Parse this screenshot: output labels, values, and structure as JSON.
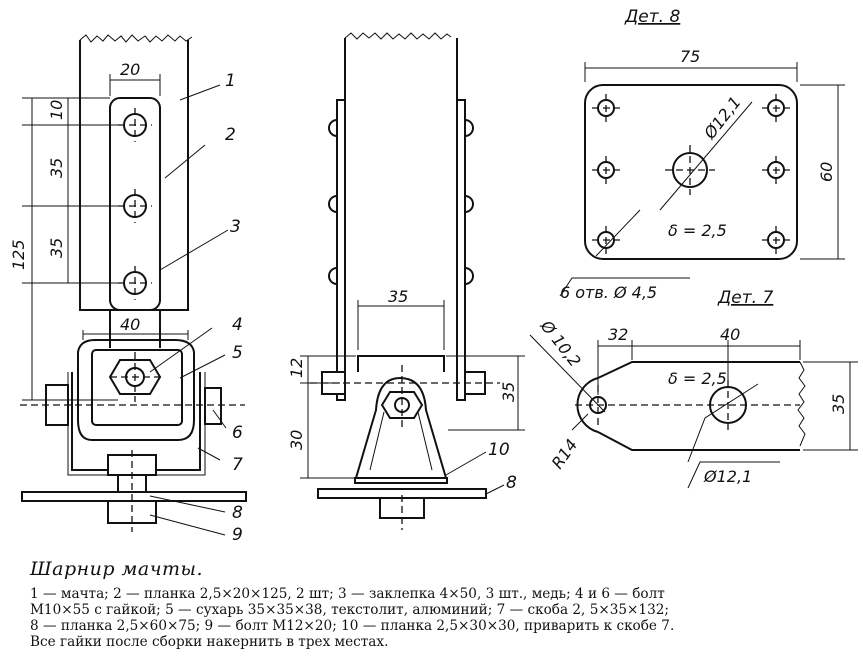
{
  "caption": {
    "title": "Шарнир мачты.",
    "text": "1 — мачта; 2 — планка   2,5×20×125, 2 шт; 3 — заклепка 4×50, 3 шт., медь; 4 и 6 — болт\nМ10×55 с гайкой; 5 — сухарь 35×35×38, текстолит, алюминий;  7 — скоба 2, 5×35×132;\n8 — планка   2,5×60×75; 9 — болт М12×20; 10 — планка   2,5×30×30, приварить к скобе 7.\nВсе гайки после сборки накернить в трех местах."
  },
  "views": {
    "front": {
      "dims": {
        "w20": "20",
        "d10": "10",
        "d35a": "35",
        "d35b": "35",
        "d125": "125",
        "w40": "40"
      },
      "callouts": {
        "c1": "1",
        "c2": "2",
        "c3": "3",
        "c4": "4",
        "c5": "5",
        "c6": "6",
        "c7": "7",
        "c8": "8",
        "c9": "9"
      }
    },
    "side": {
      "dims": {
        "w35": "35",
        "h12": "12",
        "h30": "30",
        "h35": "35"
      },
      "callouts": {
        "c10": "10",
        "c8": "8"
      }
    },
    "part8": {
      "label": "Дет. 8",
      "dims": {
        "w75": "75",
        "h60": "60",
        "dia": "Ø12,1",
        "thick": "δ = 2,5",
        "holes": "6 отв. Ø 4,5"
      }
    },
    "part7": {
      "label": "Дет. 7",
      "dims": {
        "dia_small": "Ø 10,2",
        "w32": "32",
        "w40": "40",
        "thick": "δ = 2,5",
        "h35": "35",
        "r14": "R14",
        "dia_big": "Ø12,1"
      }
    }
  }
}
